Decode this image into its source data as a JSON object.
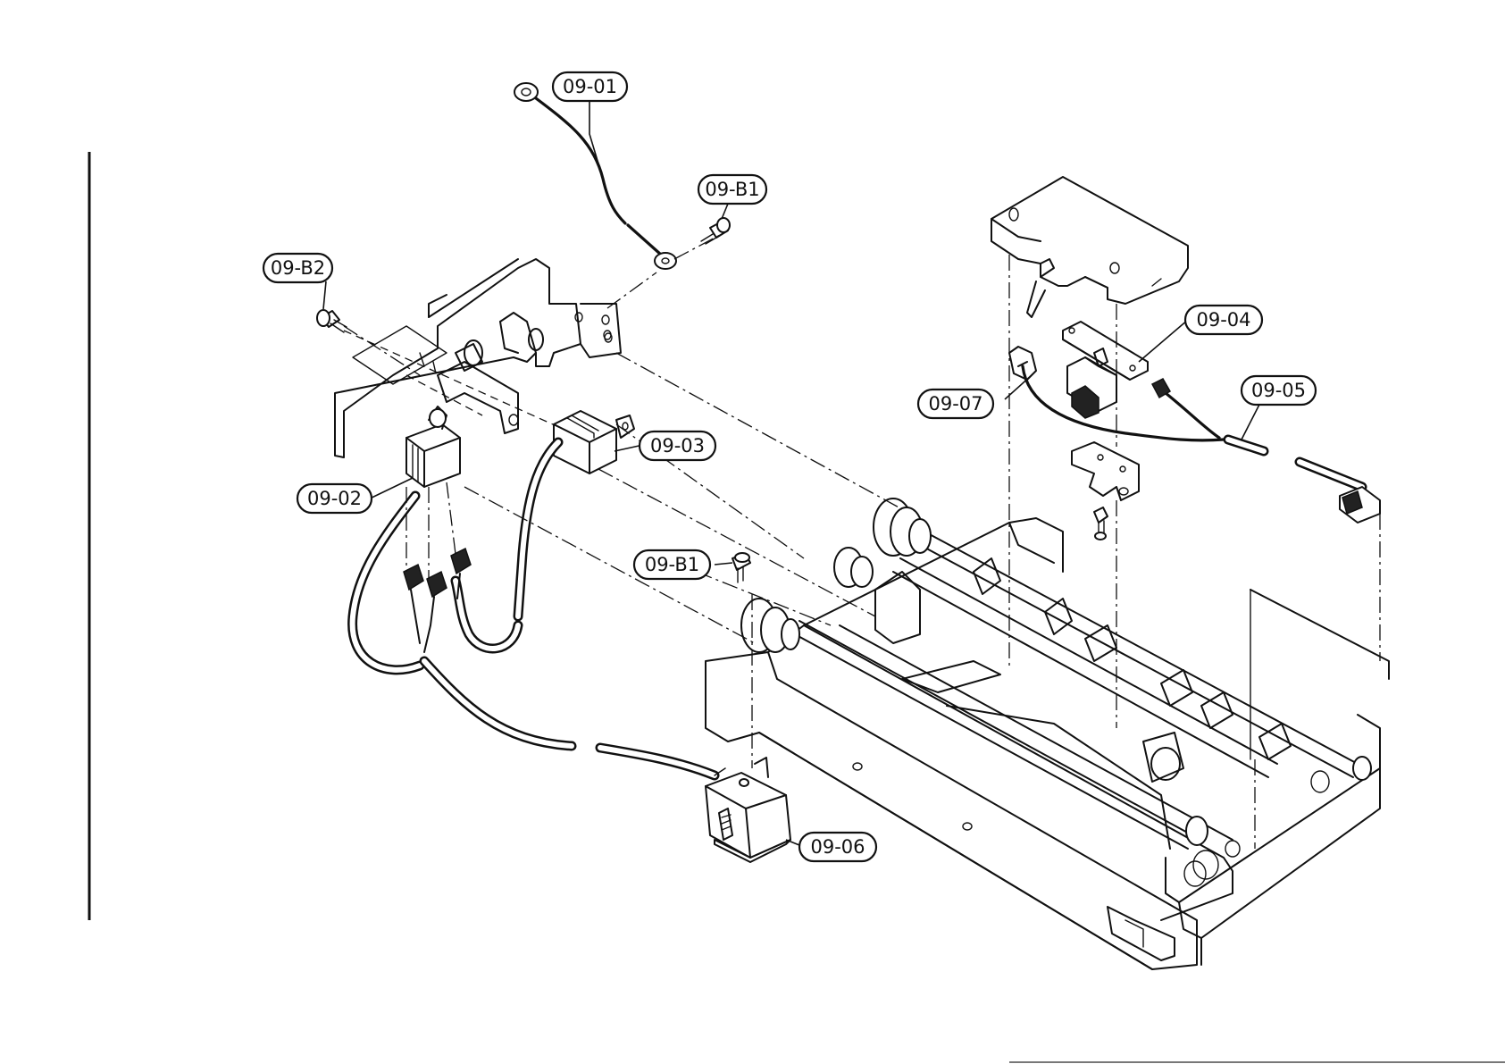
{
  "callouts": {
    "c0901": "09-01",
    "c09b1_top": "09-B1",
    "c09b2": "09-B2",
    "c0902": "09-02",
    "c0903": "09-03",
    "c0904": "09-04",
    "c0905": "09-05",
    "c0906": "09-06",
    "c0907": "09-07",
    "c09b1_mid": "09-B1"
  },
  "colors": {
    "ink": "#111111",
    "paper": "#ffffff"
  }
}
